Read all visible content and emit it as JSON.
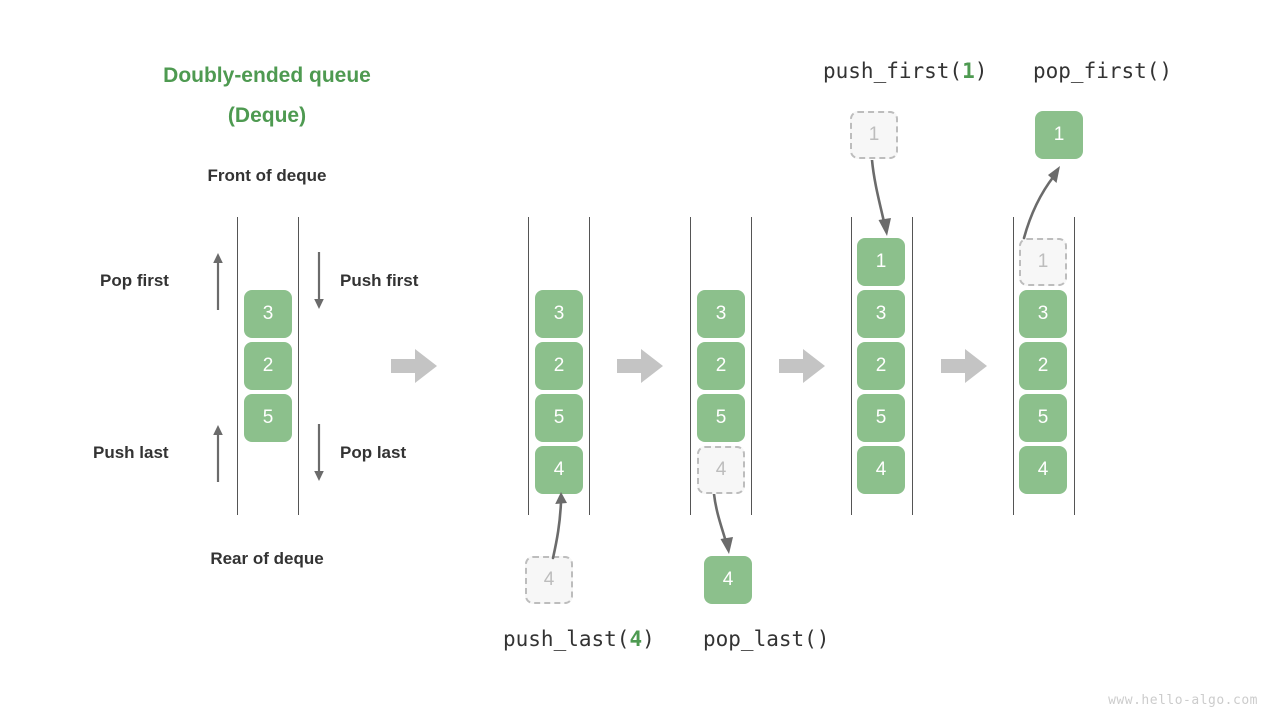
{
  "title": {
    "line1": "Doubly-ended queue",
    "line2": "(Deque)",
    "color": "#4e9a51"
  },
  "labels": {
    "front_of_deque": "Front of deque",
    "rear_of_deque": "Rear of deque",
    "pop_first": "Pop first",
    "push_first": "Push first",
    "push_last": "Push last",
    "pop_last": "Pop last"
  },
  "operations": {
    "push_first": {
      "name": "push_first(",
      "arg": "1",
      "close": ")"
    },
    "pop_first": {
      "name": "pop_first()"
    },
    "push_last": {
      "name": "push_last(",
      "arg": "4",
      "close": ")"
    },
    "pop_last": {
      "name": "pop_last()"
    }
  },
  "colors": {
    "cell_fill": "#8cc08c",
    "ghost_fill": "#f7f7f7",
    "ghost_border": "#bdbdbd",
    "rail": "#555555",
    "arrow_gray": "#c4c4c4",
    "motion_arrow": "#6b6b6b",
    "text": "#333333",
    "accent": "#4e9a51",
    "watermark": "#cccccc"
  },
  "panels": [
    {
      "id": "legend",
      "cells": [
        {
          "value": "3",
          "state": "filled"
        },
        {
          "value": "2",
          "state": "filled"
        },
        {
          "value": "5",
          "state": "filled"
        }
      ]
    },
    {
      "id": "initial",
      "cells": [
        {
          "value": "3",
          "state": "filled"
        },
        {
          "value": "2",
          "state": "filled"
        },
        {
          "value": "5",
          "state": "filled"
        },
        {
          "value": "4",
          "state": "filled"
        }
      ],
      "external": {
        "value": "4",
        "state": "ghost",
        "position": "below"
      }
    },
    {
      "id": "after-pop-last",
      "cells": [
        {
          "value": "3",
          "state": "filled"
        },
        {
          "value": "2",
          "state": "filled"
        },
        {
          "value": "5",
          "state": "filled"
        },
        {
          "value": "4",
          "state": "ghost"
        }
      ],
      "external": {
        "value": "4",
        "state": "filled",
        "position": "below"
      }
    },
    {
      "id": "after-push-first",
      "cells": [
        {
          "value": "1",
          "state": "filled"
        },
        {
          "value": "3",
          "state": "filled"
        },
        {
          "value": "2",
          "state": "filled"
        },
        {
          "value": "5",
          "state": "filled"
        },
        {
          "value": "4",
          "state": "filled"
        }
      ],
      "external": {
        "value": "1",
        "state": "ghost",
        "position": "above"
      }
    },
    {
      "id": "after-pop-first",
      "cells": [
        {
          "value": "1",
          "state": "ghost"
        },
        {
          "value": "3",
          "state": "filled"
        },
        {
          "value": "2",
          "state": "filled"
        },
        {
          "value": "5",
          "state": "filled"
        },
        {
          "value": "4",
          "state": "filled"
        }
      ],
      "external": {
        "value": "1",
        "state": "filled",
        "position": "above"
      }
    }
  ],
  "watermark": "www.hello-algo.com"
}
